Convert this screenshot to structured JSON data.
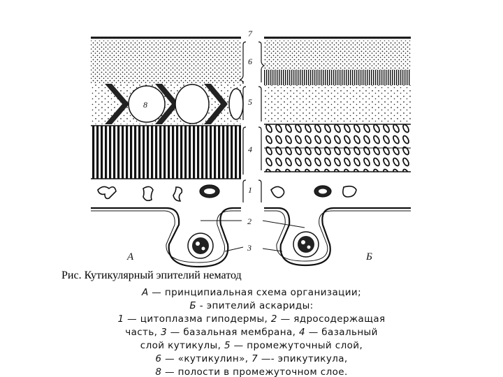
{
  "figure": {
    "panel_labels": {
      "left": "А",
      "right": "Б"
    },
    "layer_numbers": [
      "1",
      "2",
      "3",
      "4",
      "5",
      "6",
      "7"
    ],
    "cavity_label": "8"
  },
  "caption": "Рис. Кутикулярный эпителий нематод",
  "legend": {
    "line1_key": "А",
    "line1_text": " — принципиальная схема организации;",
    "line2_key": "Б",
    "line2_text": " - эпителий аскариды:",
    "line3_key": "1",
    "line3_text": " — цитоплазма гиподермы, ",
    "line3_key2": "2",
    "line3_text2": " — ядросодержащая",
    "line4_text": "часть, ",
    "line4_key": "3",
    "line4_text2": " — базальная мембрана, ",
    "line4_key2": "4",
    "line4_text3": " — базальный",
    "line5_text": "слой кутикулы, ",
    "line5_key": "5",
    "line5_text2": " — промежуточный слой,",
    "line6_key": "6",
    "line6_text": " — «кутикулин», ",
    "line6_key2": "7",
    "line6_text2": " —- эпикутикула,",
    "line7_key": "8",
    "line7_text": " — полости в промежуточном слое."
  }
}
